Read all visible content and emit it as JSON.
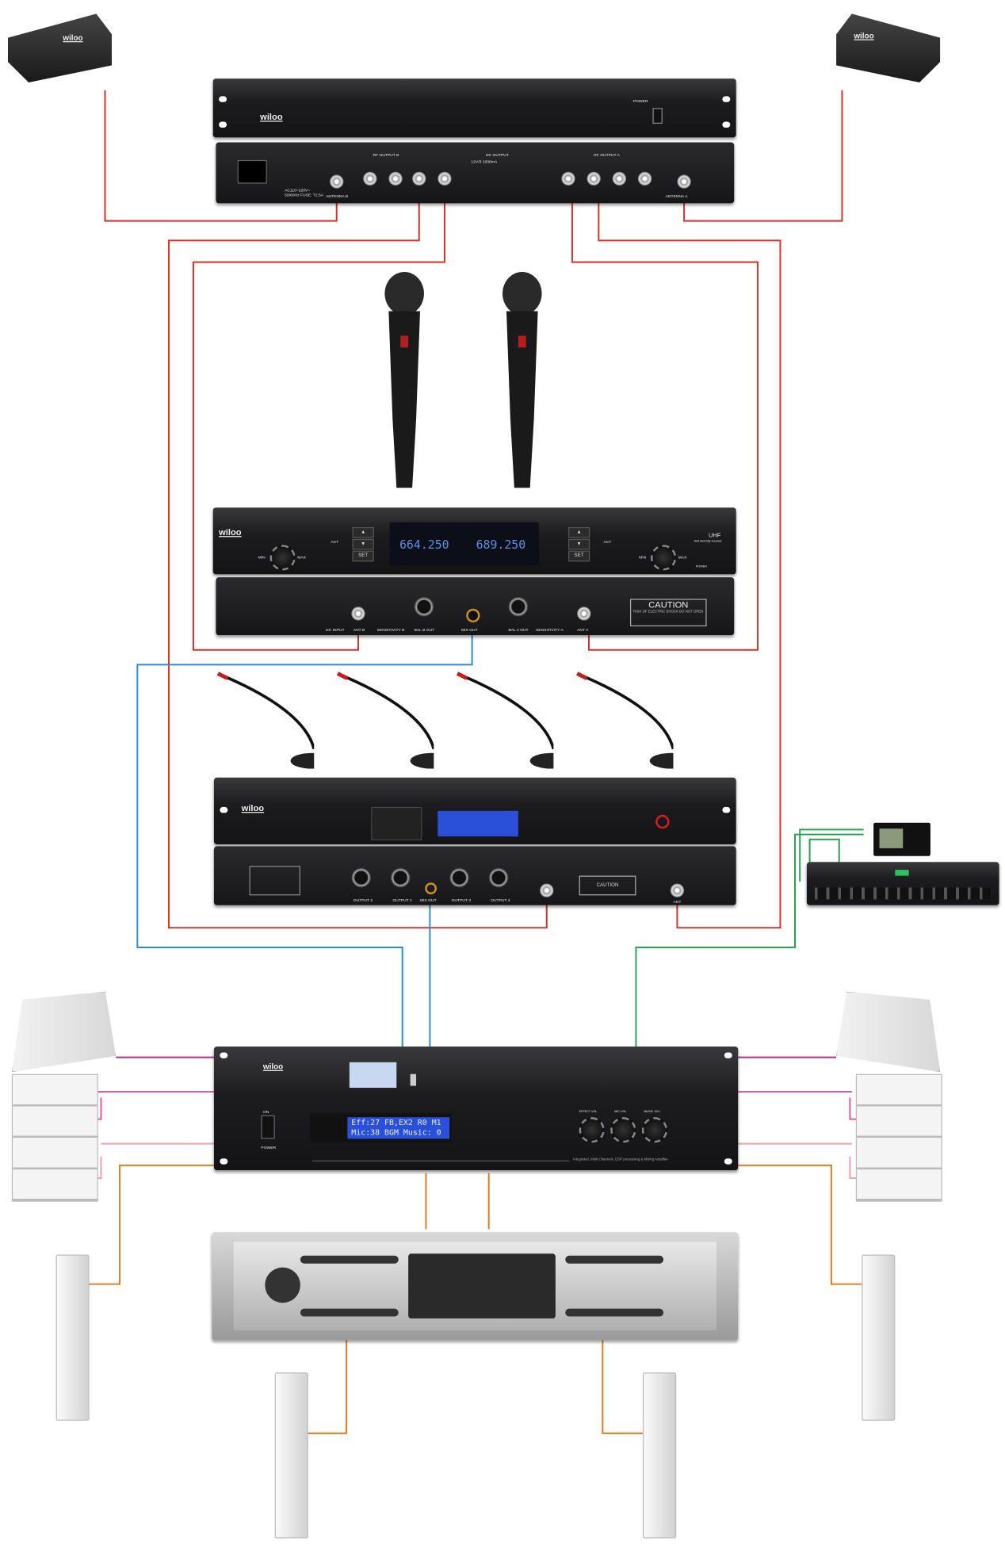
{
  "brand": "wiloo",
  "distributor": {
    "power_label": "POWER",
    "rf_output_b": "RF OUTPUT B",
    "rf_output_a": "RF OUTPUT A",
    "dc_output": "DC OUTPUT",
    "dc_spec": "12V/3 1000mA",
    "antenna_b": "ANTENNA B",
    "antenna_a": "ANTENNA A",
    "ac_spec": "AC110~220V~ 50/60Hz FUSE: T2.5A"
  },
  "receiver": {
    "freq_b": "664.250",
    "freq_a": "689.250",
    "act": "ACT",
    "set": "SET",
    "min": "MIN",
    "max": "MAX",
    "model": "UHF",
    "model_sub": "Anti diversity receiver",
    "power": "POWER",
    "back_labels": [
      "DC INPUT",
      "ANT B",
      "SENSITIVITY B",
      "BAL B OUT",
      "MIX OUT",
      "BAL A OUT",
      "SENSITIVITY A",
      "ANT A"
    ],
    "caution_title": "CAUTION",
    "caution_sub": "RISK OF ELECTRIC SHOCK DO NOT OPEN"
  },
  "conference": {
    "back_labels": [
      "OUTPUT 2",
      "OUTPUT 1",
      "MIX OUT",
      "OUTPUT 3",
      "OUTPUT 4",
      "ANT"
    ],
    "caution_title": "CAUTION"
  },
  "dsp_amp": {
    "lcd_line1": "Eff:27 FB,EX2 R0 M1",
    "lcd_line2": "Mic:38  BGM Music: 0",
    "on": "ON",
    "power": "POWER",
    "knobs": [
      "EFFECT VOL",
      "MIC VOL",
      "MUSIC VOL"
    ],
    "tagline": "Integrated, Multi Channels, DSP processing & Mixing Amplifier"
  },
  "colors": {
    "rf": "#d6302a",
    "audio": "#2a8fd0",
    "control": "#2aa050",
    "speaker_a": "#b0307a",
    "speaker_b": "#e05a9a",
    "speaker_c": "#f0a0a8",
    "amp_out": "#e07a20"
  }
}
